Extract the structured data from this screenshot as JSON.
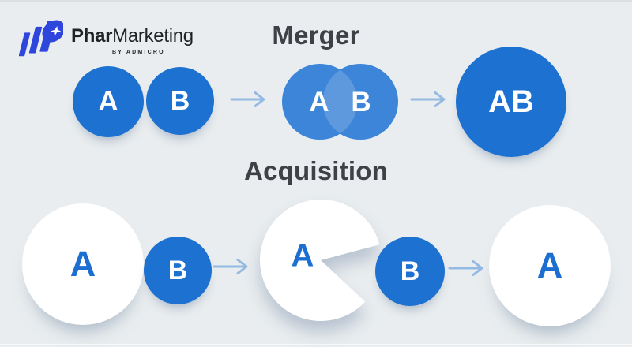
{
  "logo": {
    "brand_bold": "Phar",
    "brand_regular": "Marketing",
    "tagline": "BY ADMICRO"
  },
  "merger": {
    "title": "Merger",
    "before": {
      "a": "A",
      "b": "B"
    },
    "during": {
      "a": "A",
      "b": "B"
    },
    "after": {
      "ab": "AB"
    }
  },
  "acquisition": {
    "title": "Acquisition",
    "before": {
      "a": "A",
      "b": "B"
    },
    "during": {
      "a": "A",
      "b": "B"
    },
    "after": {
      "a": "A"
    }
  },
  "colors": {
    "background": "#e9edef",
    "solid_circle_blue": "#1c71d1",
    "overlap_circle_blue": "#3c85d8",
    "overlap_lens_blue": "#5e99de",
    "letter_blue": "#1c6fd1",
    "white_circle": "#ffffff",
    "arrow_blue": "#94bae3",
    "title_gray": "#3e4145",
    "logo_blue": "#2e46dc",
    "logo_text": "#202226"
  }
}
